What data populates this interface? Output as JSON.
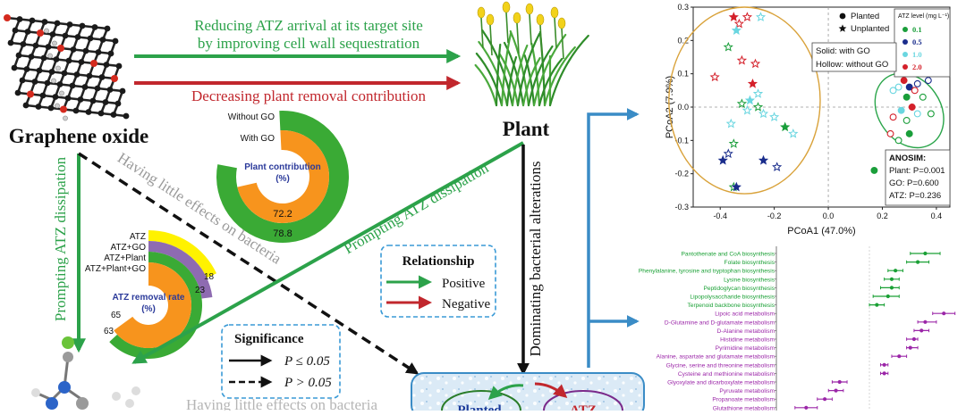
{
  "labels": {
    "graphene_oxide": "Graphene oxide",
    "plant": "Plant",
    "top_arrow_line1": "Reducing ATZ arrival at its target site",
    "top_arrow_line2": "by improving cell wall sequestration",
    "red_arrow": "Decreasing plant removal contribution",
    "left_vertical": "Prompting ATZ dissipation",
    "diag_plant": "Prompting ATZ dissipation",
    "diag_go": "Having little effects on bacteria",
    "bottom_faded": "Having little effects on bacteria",
    "dominating": "Dominating bacterial alterations",
    "box_left": "Planted",
    "box_right": "ATZ"
  },
  "plant_contribution": {
    "title": "Plant contribution",
    "unit": "(%)",
    "rings": [
      {
        "name": "Without GO",
        "value": 78.8,
        "value_label": "78.8",
        "color": "#3aaa35"
      },
      {
        "name": "With GO",
        "value": 72.2,
        "value_label": "72.2",
        "color": "#f7941d"
      }
    ]
  },
  "atz_removal": {
    "title": "ATZ removal rate",
    "unit": "(%)",
    "rings": [
      {
        "name": "ATZ",
        "value": 18,
        "value_label": "18",
        "color": "#fff200"
      },
      {
        "name": "ATZ+GO",
        "value": 23,
        "value_label": "23",
        "color": "#8e6bb1"
      },
      {
        "name": "ATZ+Plant",
        "value": 63,
        "value_label": "63",
        "color": "#3aaa35"
      },
      {
        "name": "ATZ+Plant+GO",
        "value": 65,
        "value_label": "65",
        "color": "#f7941d"
      }
    ]
  },
  "relationship": {
    "title": "Relationship",
    "positive": "Positive",
    "negative": "Negative",
    "positive_color": "#2ca24a",
    "negative_color": "#c1272d"
  },
  "significance": {
    "title": "Significance",
    "solid_label": "P ≤ 0.05",
    "dashed_label": "P > 0.05"
  },
  "chart_data": [
    {
      "type": "scatter",
      "xlabel": "PCoA1 (47.0%)",
      "ylabel": "PCoA2 (7.9%)",
      "xlim": [
        -0.5,
        0.45
      ],
      "ylim": [
        -0.3,
        0.3
      ],
      "xticks": [
        "-0.4",
        "-0.2",
        "0.0",
        "0.2",
        "0.4"
      ],
      "yticks": [
        "0.3",
        "0.2",
        "0.1",
        "0.0",
        "-0.1",
        "-0.2",
        "-0.3"
      ],
      "xtick_values": [
        -0.4,
        -0.2,
        0.0,
        0.2,
        0.4
      ],
      "ytick_values": [
        0.3,
        0.2,
        0.1,
        0.0,
        -0.1,
        -0.2,
        -0.3
      ],
      "legend_shape": {
        "planted": "Planted",
        "unplanted": "Unplanted"
      },
      "legend_level_title": "ATZ level (mg L⁻¹)",
      "legend_levels": [
        {
          "label": "0.1",
          "color": "#1a9e3a"
        },
        {
          "label": "0.5",
          "color": "#1a2d8c"
        },
        {
          "label": "1.0",
          "color": "#6ad6e0"
        },
        {
          "label": "2.0",
          "color": "#d4202a"
        }
      ],
      "fill_note_solid": "Solid: with GO",
      "fill_note_hollow": "Hollow: without GO",
      "anosim": {
        "title": "ANOSIM:",
        "plant": "Plant: P=0.001",
        "go": "GO: P=0.600",
        "atz": "ATZ: P=0.236"
      },
      "points": [
        {
          "x": -0.35,
          "y": 0.27,
          "shape": "star",
          "level": 3,
          "filled": true
        },
        {
          "x": -0.33,
          "y": 0.25,
          "shape": "star",
          "level": 3,
          "filled": false
        },
        {
          "x": -0.3,
          "y": 0.27,
          "shape": "star",
          "level": 3,
          "filled": false
        },
        {
          "x": -0.25,
          "y": 0.27,
          "shape": "star",
          "level": 2,
          "filled": false
        },
        {
          "x": -0.34,
          "y": 0.23,
          "shape": "star",
          "level": 2,
          "filled": true
        },
        {
          "x": -0.37,
          "y": 0.18,
          "shape": "star",
          "level": 0,
          "filled": false
        },
        {
          "x": -0.32,
          "y": 0.14,
          "shape": "star",
          "level": 3,
          "filled": false
        },
        {
          "x": -0.27,
          "y": 0.13,
          "shape": "star",
          "level": 3,
          "filled": false
        },
        {
          "x": -0.28,
          "y": 0.07,
          "shape": "star",
          "level": 3,
          "filled": true
        },
        {
          "x": -0.42,
          "y": 0.09,
          "shape": "star",
          "level": 3,
          "filled": false
        },
        {
          "x": -0.26,
          "y": 0.04,
          "shape": "star",
          "level": 2,
          "filled": false
        },
        {
          "x": -0.32,
          "y": 0.01,
          "shape": "star",
          "level": 0,
          "filled": false
        },
        {
          "x": -0.29,
          "y": 0.02,
          "shape": "star",
          "level": 2,
          "filled": true
        },
        {
          "x": -0.26,
          "y": 0.0,
          "shape": "star",
          "level": 0,
          "filled": false
        },
        {
          "x": -0.24,
          "y": -0.02,
          "shape": "star",
          "level": 2,
          "filled": false
        },
        {
          "x": -0.3,
          "y": -0.01,
          "shape": "star",
          "level": 2,
          "filled": false
        },
        {
          "x": -0.2,
          "y": -0.03,
          "shape": "star",
          "level": 2,
          "filled": false
        },
        {
          "x": -0.36,
          "y": -0.05,
          "shape": "star",
          "level": 2,
          "filled": false
        },
        {
          "x": -0.13,
          "y": -0.08,
          "shape": "star",
          "level": 2,
          "filled": false
        },
        {
          "x": -0.16,
          "y": -0.06,
          "shape": "star",
          "level": 0,
          "filled": true
        },
        {
          "x": -0.35,
          "y": -0.11,
          "shape": "star",
          "level": 0,
          "filled": false
        },
        {
          "x": -0.37,
          "y": -0.14,
          "shape": "star",
          "level": 1,
          "filled": false
        },
        {
          "x": -0.39,
          "y": -0.16,
          "shape": "star",
          "level": 1,
          "filled": true
        },
        {
          "x": -0.24,
          "y": -0.16,
          "shape": "star",
          "level": 1,
          "filled": true
        },
        {
          "x": -0.19,
          "y": -0.18,
          "shape": "star",
          "level": 1,
          "filled": false
        },
        {
          "x": -0.35,
          "y": -0.24,
          "shape": "star",
          "level": 0,
          "filled": false
        },
        {
          "x": -0.34,
          "y": -0.24,
          "shape": "star",
          "level": 1,
          "filled": true
        },
        {
          "x": 0.28,
          "y": 0.08,
          "shape": "circle",
          "level": 3,
          "filled": true
        },
        {
          "x": 0.3,
          "y": 0.06,
          "shape": "circle",
          "level": 1,
          "filled": true
        },
        {
          "x": 0.33,
          "y": 0.07,
          "shape": "circle",
          "level": 1,
          "filled": false
        },
        {
          "x": 0.37,
          "y": 0.08,
          "shape": "circle",
          "level": 1,
          "filled": false
        },
        {
          "x": 0.32,
          "y": 0.05,
          "shape": "circle",
          "level": 3,
          "filled": false
        },
        {
          "x": 0.26,
          "y": 0.06,
          "shape": "circle",
          "level": 2,
          "filled": false
        },
        {
          "x": 0.24,
          "y": 0.05,
          "shape": "circle",
          "level": 2,
          "filled": false
        },
        {
          "x": 0.29,
          "y": 0.03,
          "shape": "circle",
          "level": 0,
          "filled": true
        },
        {
          "x": 0.35,
          "y": 0.03,
          "shape": "circle",
          "level": 0,
          "filled": false
        },
        {
          "x": 0.31,
          "y": 0.0,
          "shape": "circle",
          "level": 3,
          "filled": true
        },
        {
          "x": 0.27,
          "y": -0.01,
          "shape": "circle",
          "level": 2,
          "filled": true
        },
        {
          "x": 0.38,
          "y": -0.02,
          "shape": "circle",
          "level": 0,
          "filled": false
        },
        {
          "x": 0.24,
          "y": -0.03,
          "shape": "circle",
          "level": 3,
          "filled": false
        },
        {
          "x": 0.29,
          "y": -0.04,
          "shape": "circle",
          "level": 0,
          "filled": false
        },
        {
          "x": 0.33,
          "y": -0.02,
          "shape": "circle",
          "level": 2,
          "filled": false
        },
        {
          "x": 0.23,
          "y": -0.08,
          "shape": "circle",
          "level": 3,
          "filled": false
        },
        {
          "x": 0.26,
          "y": -0.1,
          "shape": "circle",
          "level": 0,
          "filled": false
        },
        {
          "x": 0.3,
          "y": -0.08,
          "shape": "circle",
          "level": 0,
          "filled": true
        },
        {
          "x": 0.17,
          "y": -0.19,
          "shape": "circle",
          "level": 0,
          "filled": true
        }
      ]
    },
    {
      "type": "scatter",
      "items": [
        {
          "label": "Pantothenate and CoA biosynthesis",
          "group": "green",
          "v": 0.8,
          "lo": 0.76,
          "hi": 0.84
        },
        {
          "label": "Folate biosynthesis",
          "group": "green",
          "v": 0.78,
          "lo": 0.75,
          "hi": 0.81
        },
        {
          "label": "Phenylalanine, tyrosine and tryptophan biosynthesis",
          "group": "green",
          "v": 0.72,
          "lo": 0.7,
          "hi": 0.74
        },
        {
          "label": "Lysine biosynthesis",
          "group": "green",
          "v": 0.71,
          "lo": 0.69,
          "hi": 0.73
        },
        {
          "label": "Peptidoglycan biosynthesis",
          "group": "green",
          "v": 0.71,
          "lo": 0.68,
          "hi": 0.73
        },
        {
          "label": "Lipopolysaccharide biosynthesis",
          "group": "green",
          "v": 0.7,
          "lo": 0.66,
          "hi": 0.73
        },
        {
          "label": "Terpenoid backbone biosynthesis",
          "group": "green",
          "v": 0.67,
          "lo": 0.65,
          "hi": 0.69
        },
        {
          "label": "Lipoic acid metabolism",
          "group": "purple",
          "v": 0.85,
          "lo": 0.82,
          "hi": 0.88
        },
        {
          "label": "D-Glutamine and D-glutamate metabolism",
          "group": "purple",
          "v": 0.8,
          "lo": 0.78,
          "hi": 0.83
        },
        {
          "label": "D-Alanine metabolism",
          "group": "purple",
          "v": 0.79,
          "lo": 0.77,
          "hi": 0.81
        },
        {
          "label": "Histidine metabolism",
          "group": "purple",
          "v": 0.77,
          "lo": 0.75,
          "hi": 0.78
        },
        {
          "label": "Pyrimidine metabolism",
          "group": "purple",
          "v": 0.76,
          "lo": 0.75,
          "hi": 0.78
        },
        {
          "label": "Alanine, aspartate and glutamate metabolism",
          "group": "purple",
          "v": 0.73,
          "lo": 0.71,
          "hi": 0.75
        },
        {
          "label": "Glycine, serine and threonine metabolism",
          "group": "purple",
          "v": 0.69,
          "lo": 0.68,
          "hi": 0.7
        },
        {
          "label": "Cysteine and methionine metabolism",
          "group": "purple",
          "v": 0.69,
          "lo": 0.68,
          "hi": 0.7
        },
        {
          "label": "Glyoxylate and dicarboxylate metabolism",
          "group": "purple",
          "v": 0.57,
          "lo": 0.55,
          "hi": 0.59
        },
        {
          "label": "Pyruvate metabolism",
          "group": "purple",
          "v": 0.56,
          "lo": 0.54,
          "hi": 0.58
        },
        {
          "label": "Propanoate metabolism",
          "group": "purple",
          "v": 0.53,
          "lo": 0.51,
          "hi": 0.55
        },
        {
          "label": "Glutathione metabolism",
          "group": "purple",
          "v": 0.48,
          "lo": 0.45,
          "hi": 0.51
        }
      ],
      "group_colors": {
        "green": "#1aa035",
        "purple": "#9b26a8"
      },
      "xlim": [
        0.4,
        0.9
      ]
    }
  ]
}
